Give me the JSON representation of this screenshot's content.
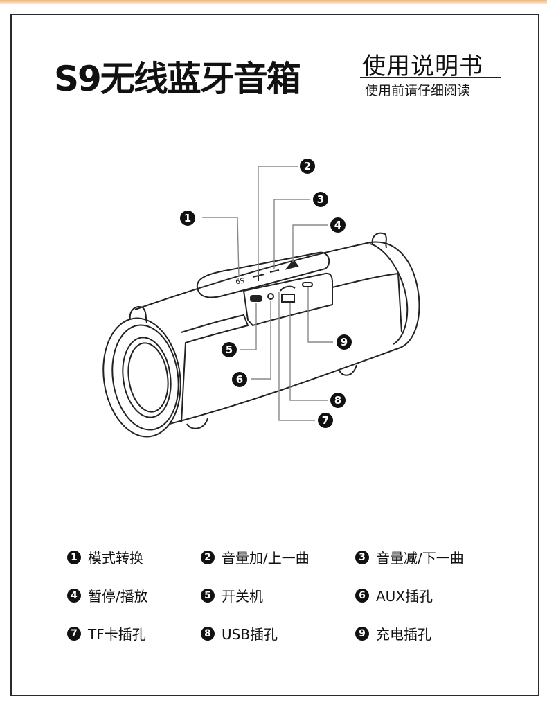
{
  "header": {
    "title": "S9无线蓝牙音箱",
    "manual_label": "使用说明书",
    "subtitle": "使用前请仔细阅读"
  },
  "figure": {
    "device_label": "S9",
    "callouts": [
      "1",
      "2",
      "3",
      "4",
      "5",
      "6",
      "7",
      "8",
      "9"
    ]
  },
  "legend": [
    {
      "num": "1",
      "label": "模式转换"
    },
    {
      "num": "2",
      "label": "音量加/上一曲"
    },
    {
      "num": "3",
      "label": "音量减/下一曲"
    },
    {
      "num": "4",
      "label": "暂停/播放"
    },
    {
      "num": "5",
      "label": "开关机"
    },
    {
      "num": "6",
      "label": "AUX插孔"
    },
    {
      "num": "7",
      "label": "TF卡插孔"
    },
    {
      "num": "8",
      "label": "USB插孔"
    },
    {
      "num": "9",
      "label": "充电插孔"
    }
  ],
  "colors": {
    "accent_bar": "#f3b978",
    "ink": "#111111"
  }
}
